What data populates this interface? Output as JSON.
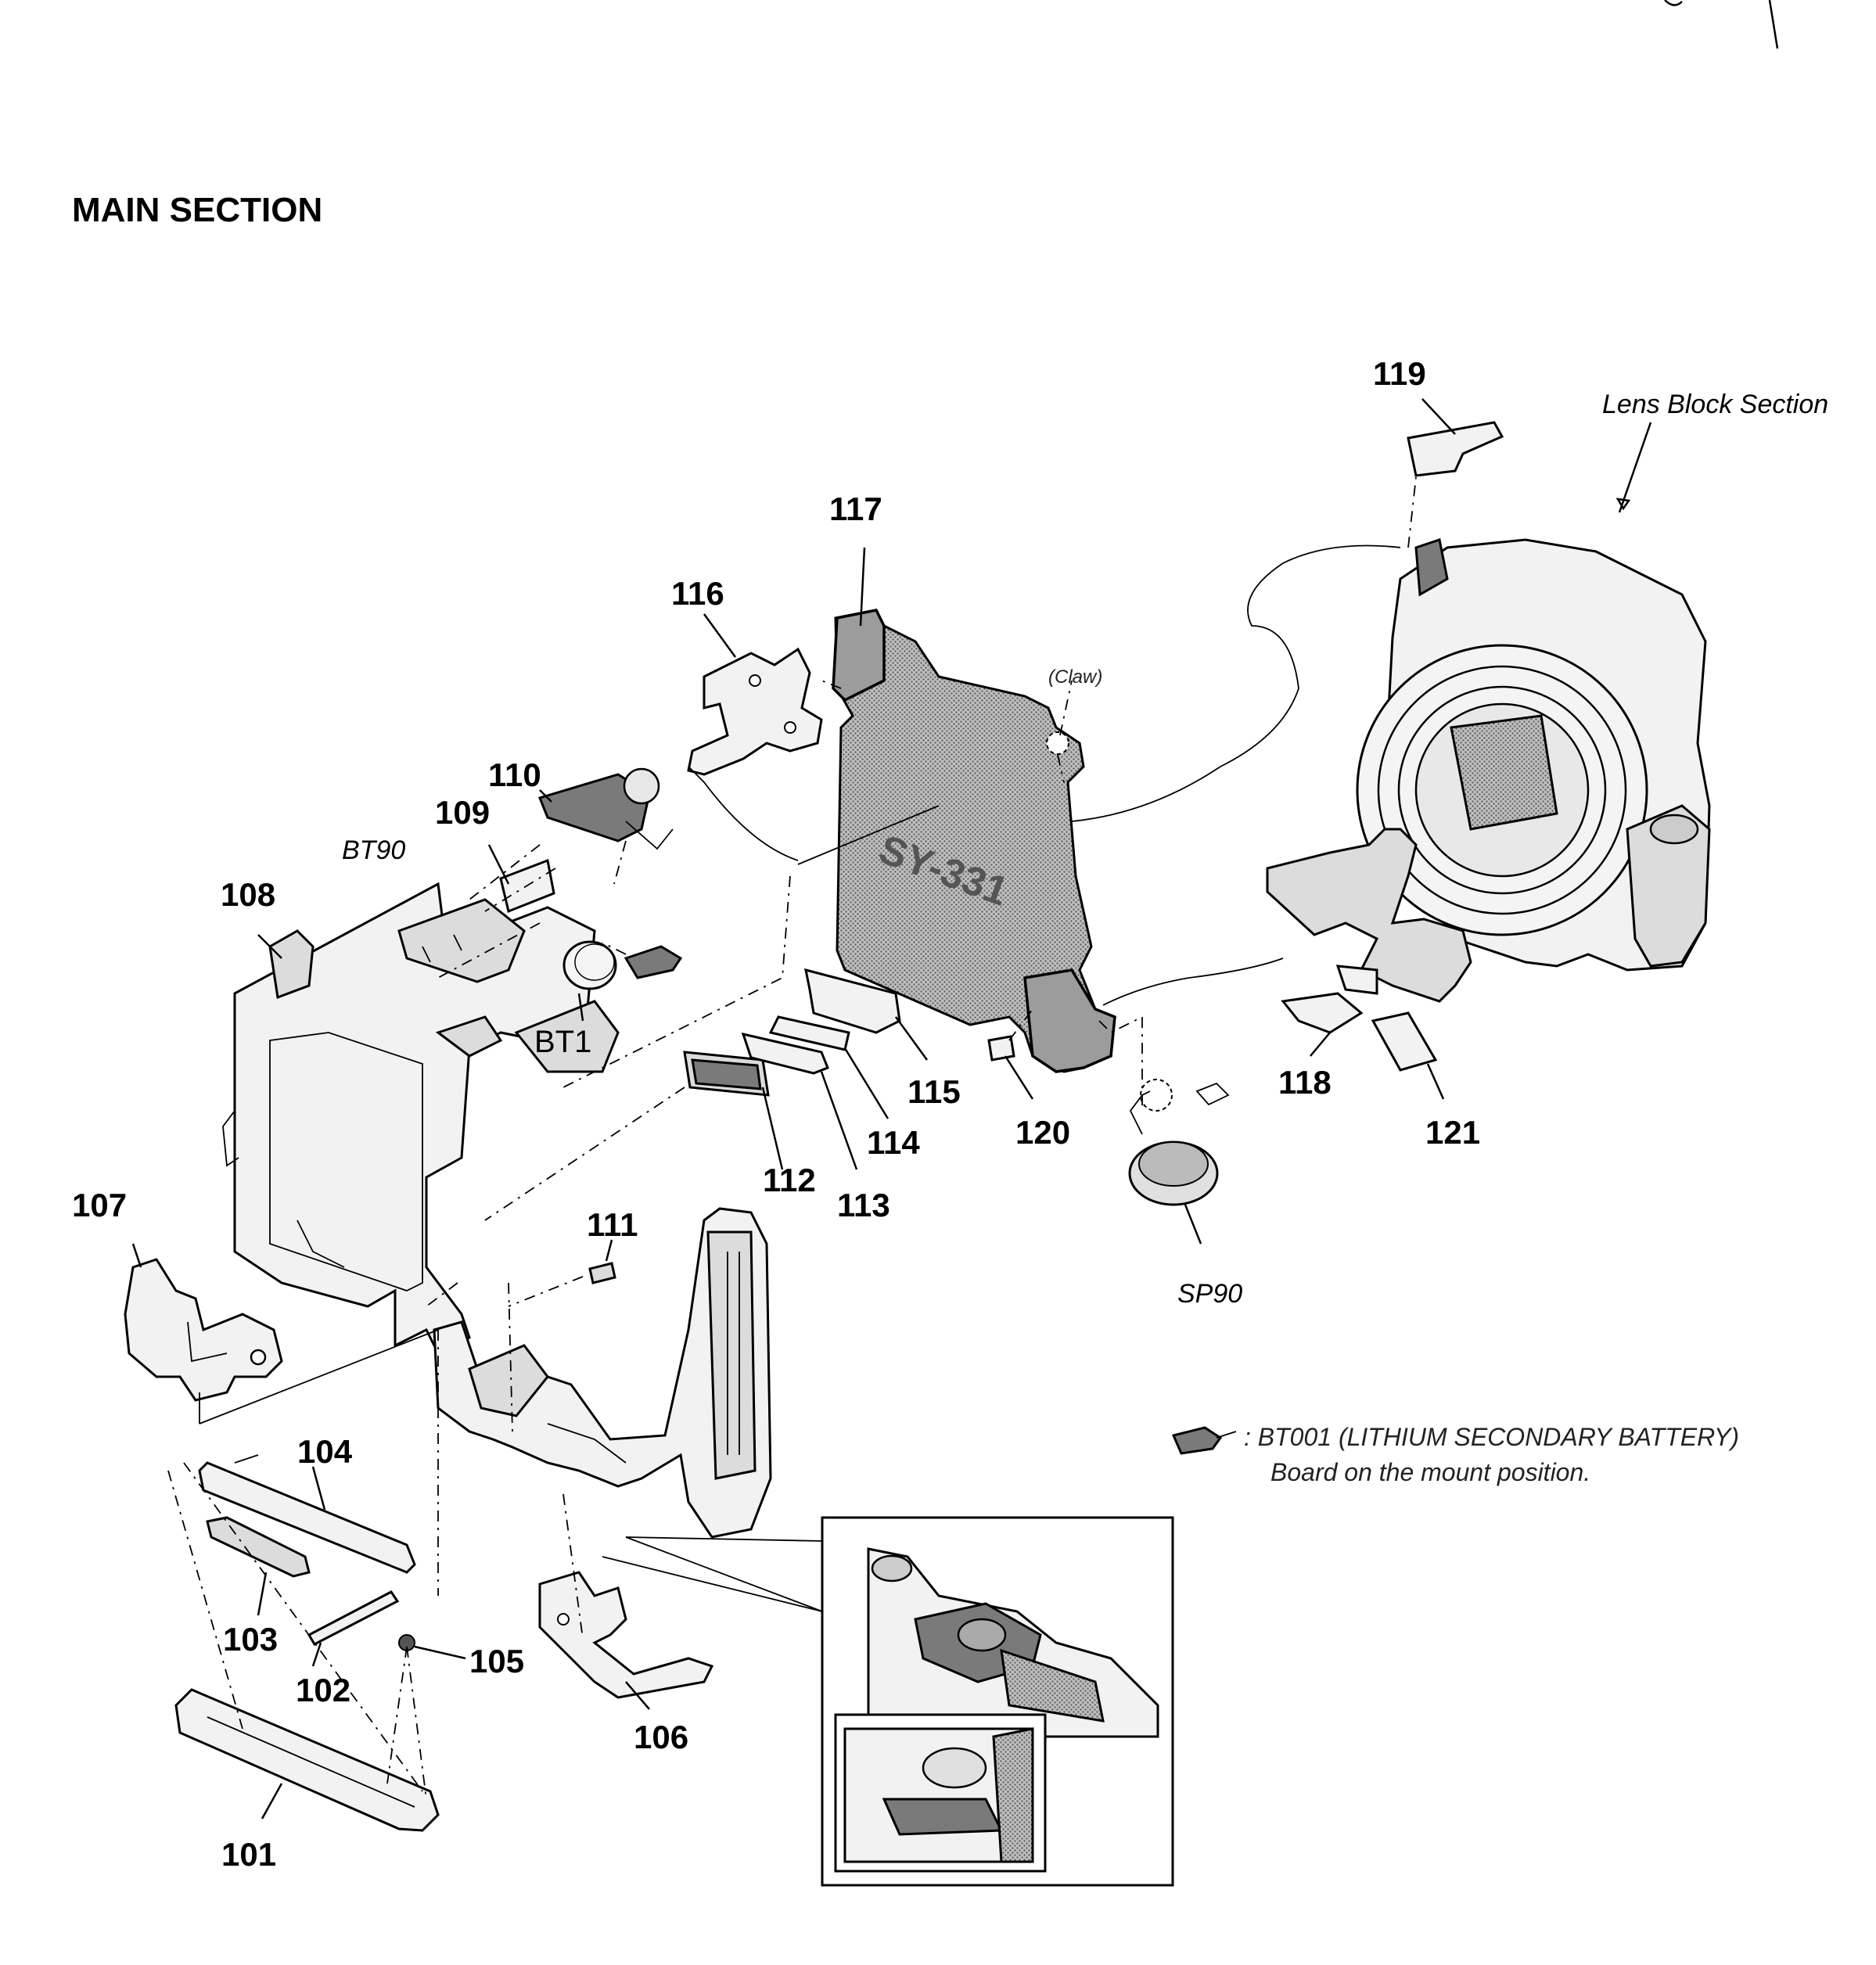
{
  "title": "MAIN SECTION",
  "labels": {
    "l101": "101",
    "l102": "102",
    "l103": "103",
    "l104": "104",
    "l105": "105",
    "l106": "106",
    "l107": "107",
    "l108": "108",
    "l109": "109",
    "l110": "110",
    "l111": "111",
    "l112": "112",
    "l113": "113",
    "l114": "114",
    "l115": "115",
    "l116": "116",
    "l117": "117",
    "l118": "118",
    "l119": "119",
    "l120": "120",
    "l121": "121",
    "bt90": "BT90",
    "bt1": "BT1",
    "sp90": "SP90",
    "lens_block": "Lens Block Section",
    "claw": "(Claw)",
    "board_text": "SY-331"
  },
  "note": {
    "line1": ": BT001 (LITHIUM SECONDARY BATTERY)",
    "line2": "Board on the mount position."
  }
}
